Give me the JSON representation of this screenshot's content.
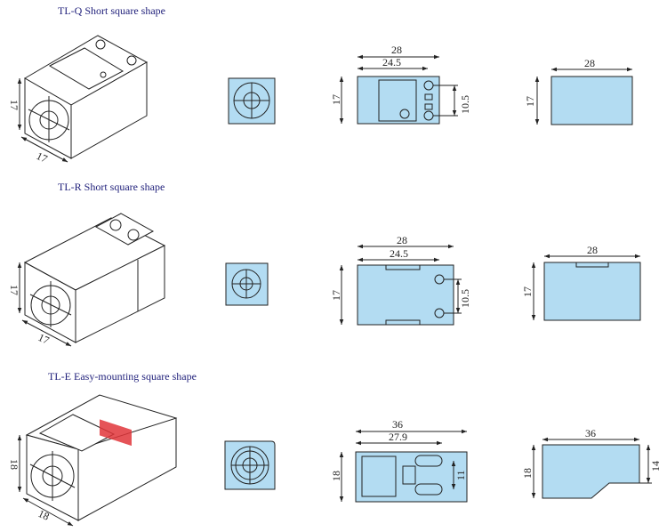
{
  "sections": [
    {
      "title": "TL-Q Short square shape",
      "iso_dims": [
        "17",
        "17"
      ],
      "top_view": {
        "width": "28",
        "inner": "24.5",
        "height": "17",
        "pitch": "10.5"
      },
      "side_view": {
        "width": "28",
        "height": "17"
      }
    },
    {
      "title": "TL-R Short square shape",
      "iso_dims": [
        "17",
        "17"
      ],
      "top_view": {
        "width": "28",
        "inner": "24.5",
        "height": "17",
        "pitch": "10.5"
      },
      "side_view": {
        "width": "28",
        "height": "17"
      }
    },
    {
      "title": "TL-E Easy-mounting square shape",
      "iso_dims": [
        "18",
        "18"
      ],
      "top_view": {
        "width": "36",
        "inner": "27.9",
        "height": "18",
        "pitch": "11"
      },
      "side_view": {
        "width": "36",
        "height": "18",
        "step": "14"
      }
    }
  ],
  "colors": {
    "fill": "#b3dcf2",
    "title": "#1f1f7a",
    "highlight": "#e0353a"
  }
}
